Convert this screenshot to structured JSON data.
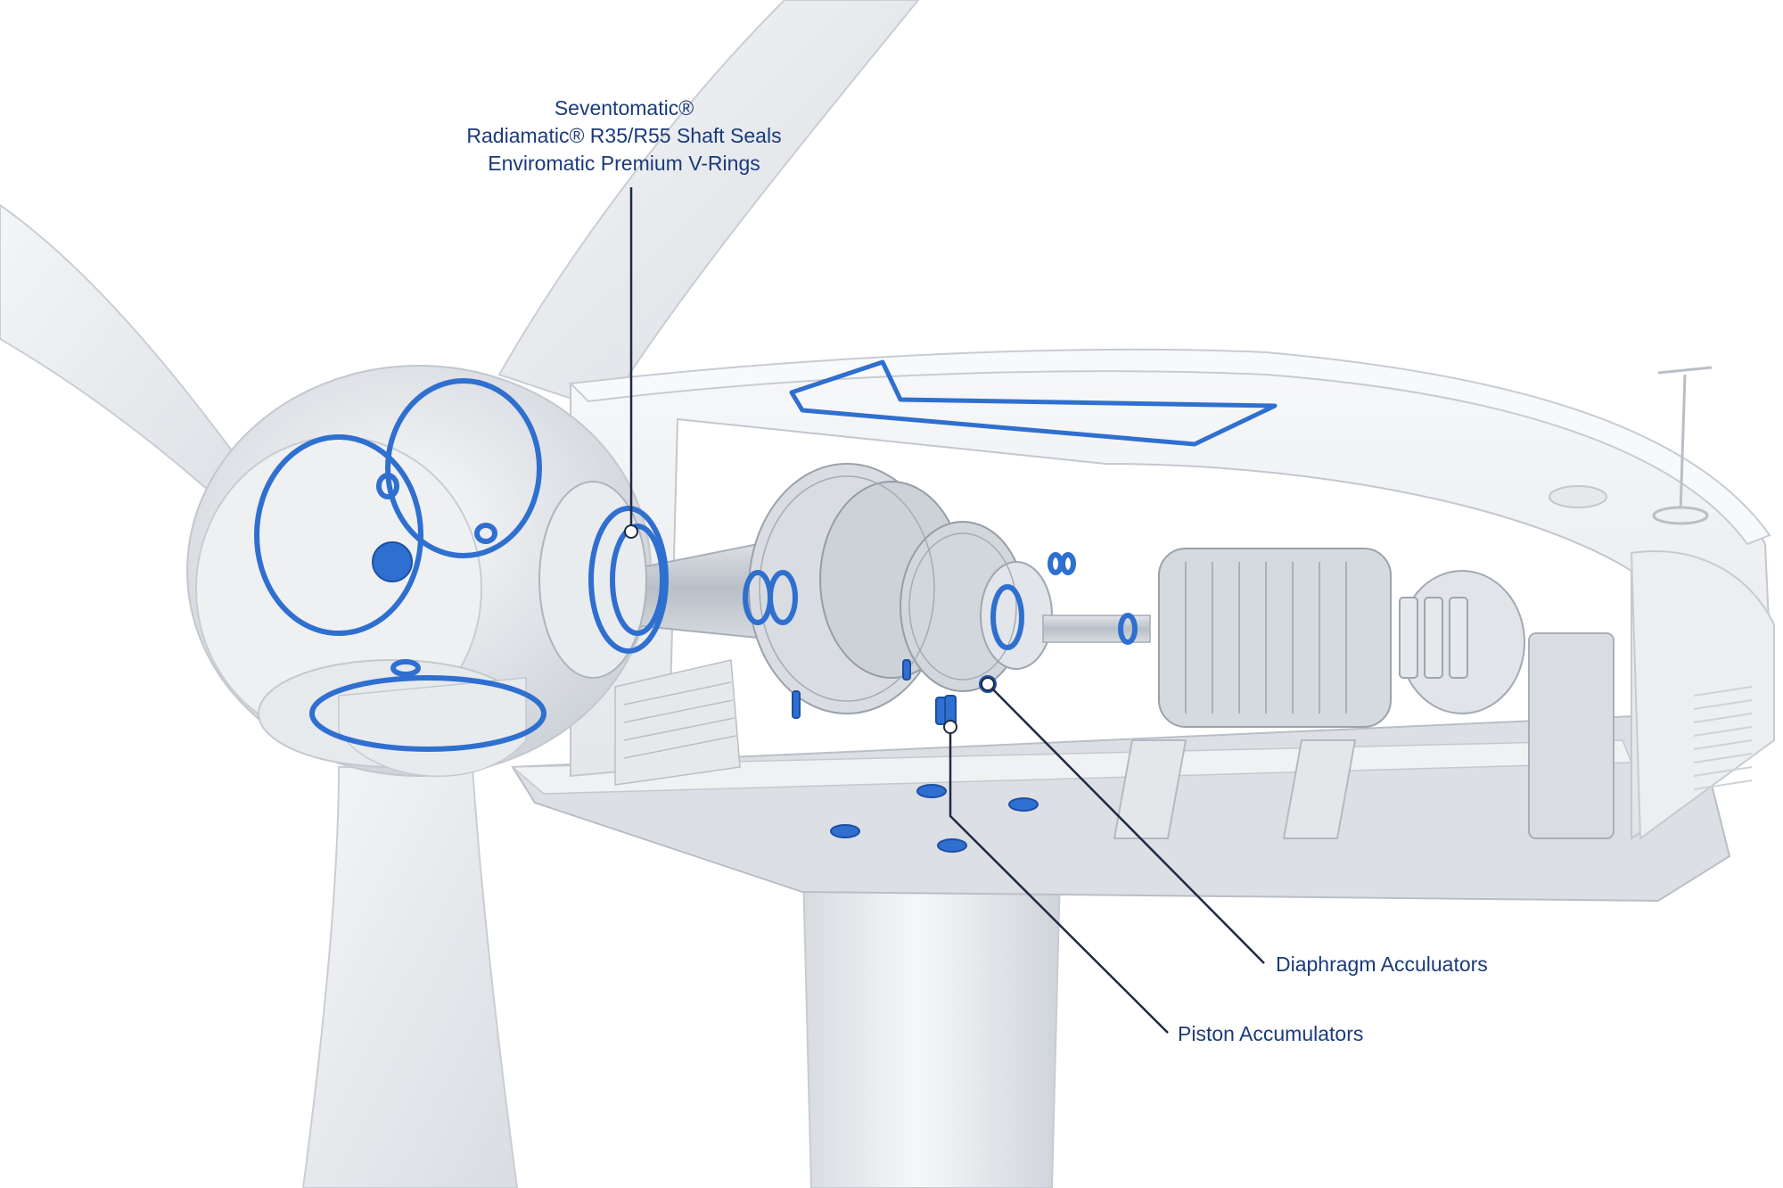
{
  "callouts": {
    "seals": {
      "line1": "Seventomatic®",
      "line2": "Radiamatic® R35/R55 Shaft Seals",
      "line3": "Enviromatic Premium V-Rings"
    },
    "diaphragm": "Diaphragm Acculuators",
    "piston": "Piston Accumulators"
  },
  "colors": {
    "accent": "#2f6fd0",
    "label_text": "#1b3a7a",
    "leader_line": "#1f2a44",
    "body": "#e9ecef"
  }
}
